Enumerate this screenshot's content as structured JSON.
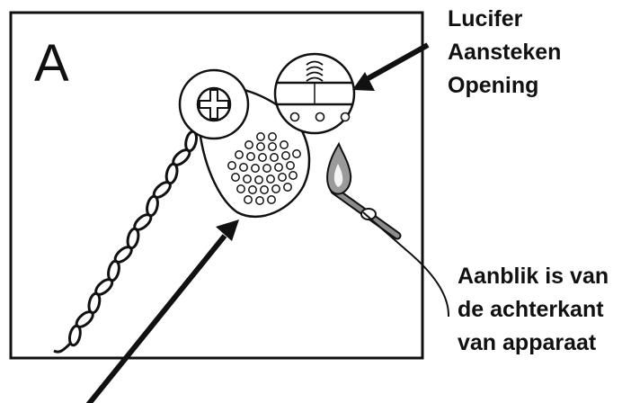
{
  "figure": {
    "panel_letter": "A",
    "callouts": {
      "match_opening": {
        "lines": [
          "Lucifer",
          "Aansteken",
          "Opening"
        ]
      },
      "rear_view_note": {
        "lines": [
          "Aanblik is van",
          "de achterkant",
          "van apparaat"
        ]
      }
    }
  },
  "colors": {
    "line": "#111111",
    "background": "#ffffff",
    "flame_outer": "#9a9a9a",
    "flame_inner": "#f4f4f4",
    "match_stick": "#8c8c8c"
  },
  "icons": {
    "screw": "phillips-screw-icon",
    "match": "lit-match-icon",
    "chain": "chain-icon",
    "plate": "perforated-cover-plate-icon"
  }
}
